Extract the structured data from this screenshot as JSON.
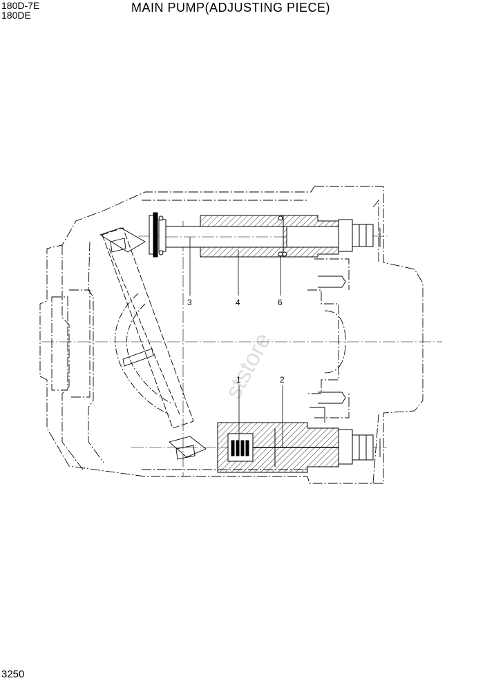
{
  "header": {
    "model_line_1": "180D-7E",
    "model_line_2": "180DE",
    "title": "MAIN PUMP(ADJUSTING PIECE)"
  },
  "footer": {
    "page_number": "3250"
  },
  "callouts": [
    "3",
    "4",
    "6",
    "1",
    "2"
  ],
  "watermark_text": "ststore",
  "colors": {
    "line": "#000000",
    "background": "#ffffff",
    "watermark": "#bdbdbd"
  }
}
